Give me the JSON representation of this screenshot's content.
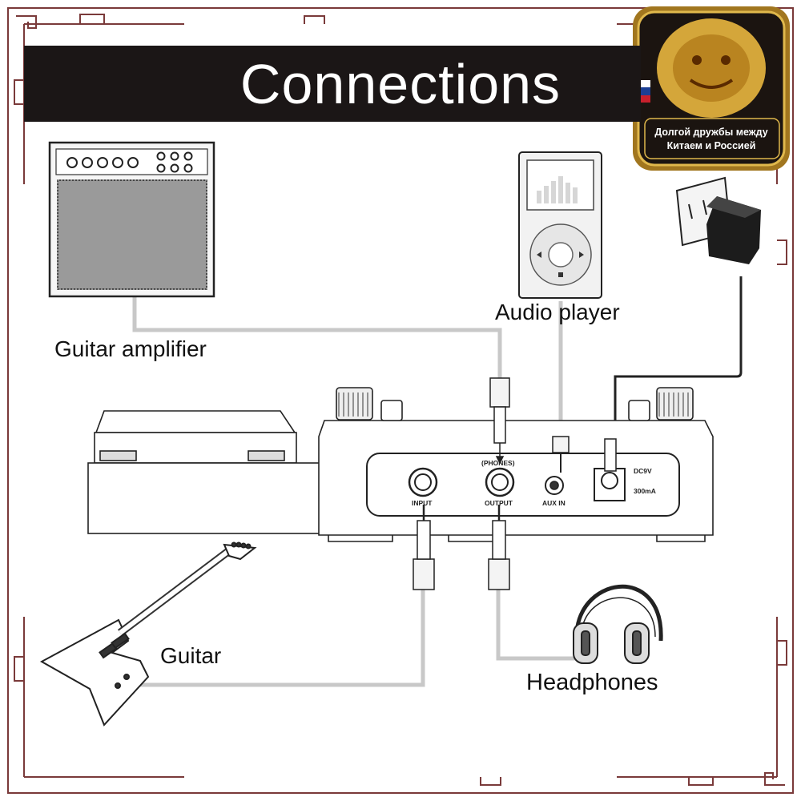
{
  "title": "Connections",
  "devices": {
    "guitar_amplifier": "Guitar amplifier",
    "audio_player": "Audio player",
    "guitar": "Guitar",
    "headphones": "Headphones"
  },
  "panel": {
    "input": "INPUT",
    "output": "OUTPUT",
    "phones": "(PHONES)",
    "aux_in": "AUX IN",
    "dc": "DC9V",
    "current": "300mA"
  },
  "badge": {
    "line1": "Долгой дружбы между",
    "line2": "Китаем и Россией"
  },
  "colors": {
    "title_bar": "#1b1616",
    "frame": "#7a3a3a",
    "cable": "#c8c8c8",
    "badge_gold": "#d4a63a"
  }
}
